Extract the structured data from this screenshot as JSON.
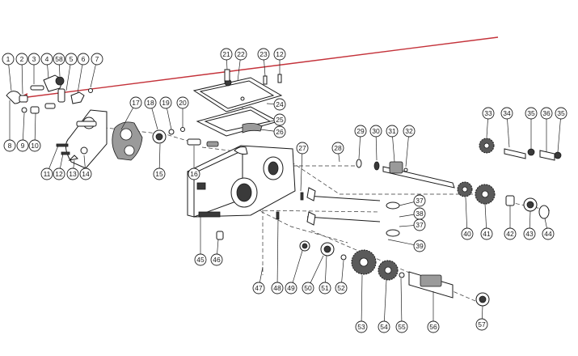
{
  "diagram": {
    "highlight_color": "#b5cf3a",
    "pointer_color": "#c4323a",
    "line_color": "#222222",
    "callouts": [
      {
        "id": "1",
        "label": "1",
        "highlighted": true
      },
      {
        "id": "2",
        "label": "2"
      },
      {
        "id": "3",
        "label": "3"
      },
      {
        "id": "4",
        "label": "4"
      },
      {
        "id": "58",
        "label": "58"
      },
      {
        "id": "5",
        "label": "5"
      },
      {
        "id": "6",
        "label": "6"
      },
      {
        "id": "7",
        "label": "7"
      },
      {
        "id": "8",
        "label": "8"
      },
      {
        "id": "9",
        "label": "9"
      },
      {
        "id": "10",
        "label": "10"
      },
      {
        "id": "11",
        "label": "11"
      },
      {
        "id": "12",
        "label": "12"
      },
      {
        "id": "13",
        "label": "13"
      },
      {
        "id": "14",
        "label": "14"
      },
      {
        "id": "17",
        "label": "17"
      },
      {
        "id": "18",
        "label": "18"
      },
      {
        "id": "19",
        "label": "19"
      },
      {
        "id": "20",
        "label": "20"
      },
      {
        "id": "15",
        "label": "15"
      },
      {
        "id": "16",
        "label": "16"
      },
      {
        "id": "21",
        "label": "21"
      },
      {
        "id": "22",
        "label": "22"
      },
      {
        "id": "23",
        "label": "23"
      },
      {
        "id": "12b",
        "label": "12"
      },
      {
        "id": "24",
        "label": "24"
      },
      {
        "id": "25",
        "label": "25"
      },
      {
        "id": "26",
        "label": "26"
      },
      {
        "id": "27",
        "label": "27"
      },
      {
        "id": "28",
        "label": "28"
      },
      {
        "id": "29",
        "label": "29"
      },
      {
        "id": "30",
        "label": "30"
      },
      {
        "id": "31",
        "label": "31"
      },
      {
        "id": "32",
        "label": "32"
      },
      {
        "id": "33",
        "label": "33"
      },
      {
        "id": "34",
        "label": "34"
      },
      {
        "id": "35",
        "label": "35"
      },
      {
        "id": "36",
        "label": "36"
      },
      {
        "id": "35b",
        "label": "35"
      },
      {
        "id": "37",
        "label": "37"
      },
      {
        "id": "38",
        "label": "38"
      },
      {
        "id": "37b",
        "label": "37"
      },
      {
        "id": "39",
        "label": "39"
      },
      {
        "id": "40",
        "label": "40"
      },
      {
        "id": "41",
        "label": "41"
      },
      {
        "id": "42",
        "label": "42"
      },
      {
        "id": "43",
        "label": "43"
      },
      {
        "id": "44",
        "label": "44"
      },
      {
        "id": "45",
        "label": "45"
      },
      {
        "id": "46",
        "label": "46"
      },
      {
        "id": "47",
        "label": "47"
      },
      {
        "id": "48",
        "label": "48"
      },
      {
        "id": "49",
        "label": "49"
      },
      {
        "id": "50",
        "label": "50"
      },
      {
        "id": "51",
        "label": "51"
      },
      {
        "id": "52",
        "label": "52"
      },
      {
        "id": "53",
        "label": "53"
      },
      {
        "id": "54",
        "label": "54"
      },
      {
        "id": "55",
        "label": "55"
      },
      {
        "id": "56",
        "label": "56"
      },
      {
        "id": "57",
        "label": "57"
      }
    ]
  }
}
